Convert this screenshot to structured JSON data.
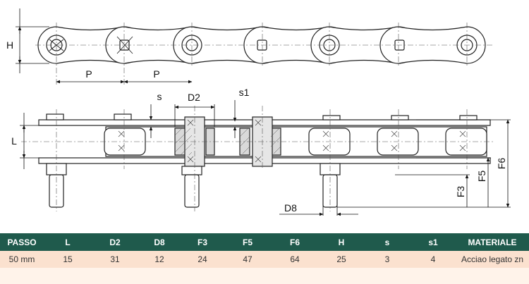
{
  "dimensions": {
    "H": "H",
    "P": "P",
    "L": "L",
    "s": "s",
    "D2": "D2",
    "s1": "s1",
    "D8": "D8",
    "F3": "F3",
    "F5": "F5",
    "F6": "F6"
  },
  "table": {
    "headers": [
      "PASSO",
      "L",
      "D2",
      "D8",
      "F3",
      "F5",
      "F6",
      "H",
      "s",
      "s1",
      "MATERIALE"
    ],
    "rows": [
      [
        "50 mm",
        "15",
        "31",
        "12",
        "24",
        "47",
        "64",
        "25",
        "3",
        "4",
        "Acciao legato zn"
      ]
    ]
  },
  "colors": {
    "header_bg": "#1f5a4c",
    "row_bg": "#fbe1cf",
    "blank_row_bg": "#fff3ea"
  }
}
